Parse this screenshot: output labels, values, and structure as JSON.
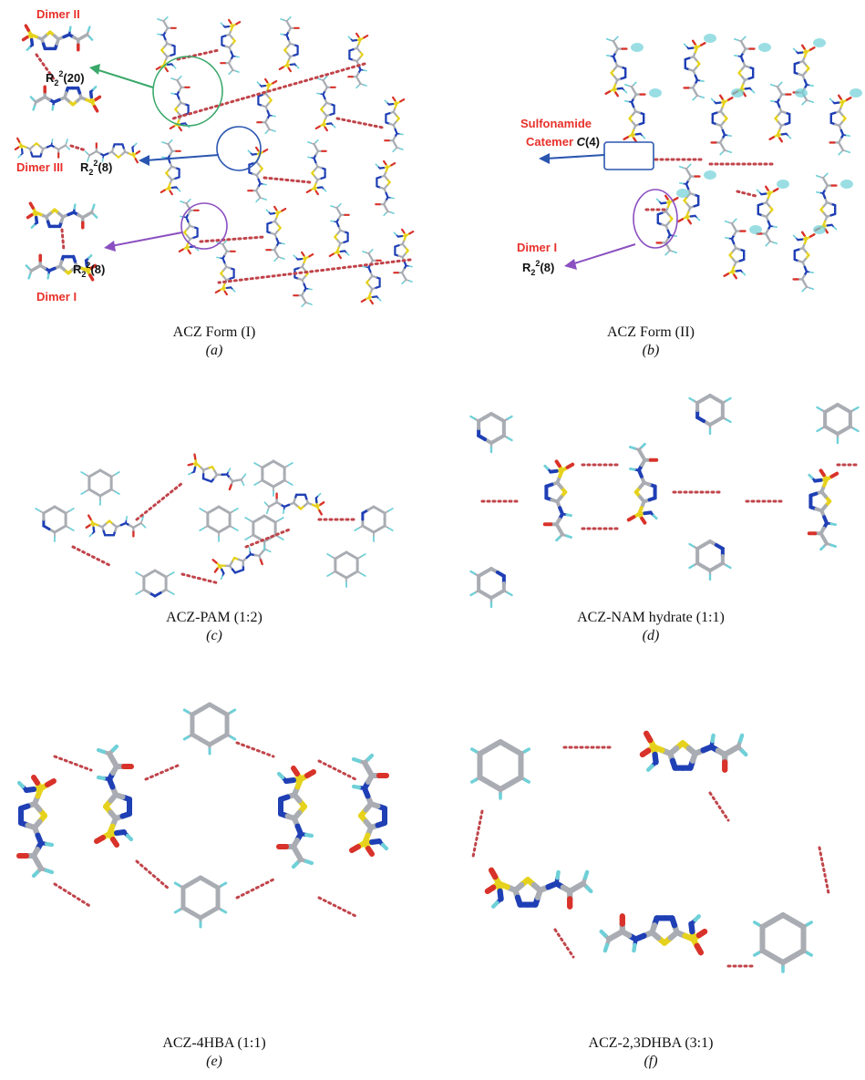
{
  "panels": [
    {
      "id": "a",
      "title": "ACZ Form (I)",
      "letter": "(a)",
      "annotations": {
        "dimer2": "Dimer II",
        "r20": "R",
        "r20_sup": "2",
        "r20_sub": "2",
        "r20_tail": "(20)",
        "dimer3": "Dimer III",
        "r8a": "R",
        "r8a_sup": "2",
        "r8a_sub": "2",
        "r8a_tail": "(8)",
        "r8b": "R",
        "r8b_sup": "2",
        "r8b_sub": "2",
        "r8b_tail": "(8)",
        "dimer1": "Dimer I"
      }
    },
    {
      "id": "b",
      "title": "ACZ Form (II)",
      "letter": "(b)",
      "annotations": {
        "catemer1": "Sulfonamide",
        "catemer2": "Catemer",
        "catemer3": "C",
        "catemer4": "(4)",
        "dimer1": "Dimer I",
        "r8": "R",
        "r8_sup": "2",
        "r8_sub": "2",
        "r8_tail": "(8)"
      }
    },
    {
      "id": "c",
      "title": "ACZ-PAM (1:2)",
      "letter": "(c)"
    },
    {
      "id": "d",
      "title": "ACZ-NAM hydrate (1:1)",
      "letter": "(d)"
    },
    {
      "id": "e",
      "title": "ACZ-4HBA (1:1)",
      "letter": "(e)"
    },
    {
      "id": "f",
      "title": "ACZ-2,3DHBA (3:1)",
      "letter": "(f)"
    }
  ],
  "colors": {
    "carbon": "#a9adb3",
    "nitrogen": "#1f3fb5",
    "sulfur": "#e6d21c",
    "oxygen": "#d8322a",
    "hydrogen": "#6fd0d8",
    "hbond": "#c0444a",
    "green": "#3aa86a",
    "blue": "#2a56b0",
    "purple": "#8a4fc0"
  }
}
